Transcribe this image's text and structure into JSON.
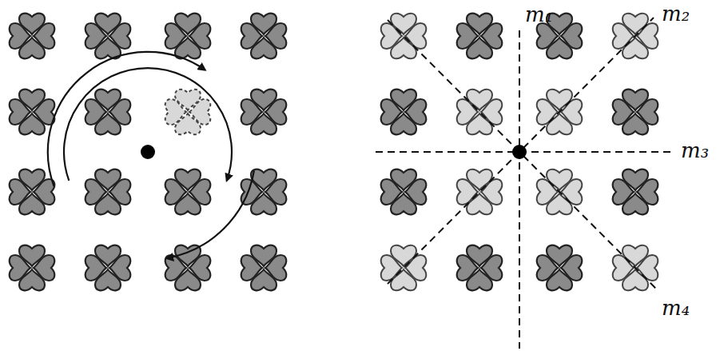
{
  "diagram": {
    "labels": [
      "m₁",
      "m₂",
      "m₃",
      "m₄"
    ]
  }
}
